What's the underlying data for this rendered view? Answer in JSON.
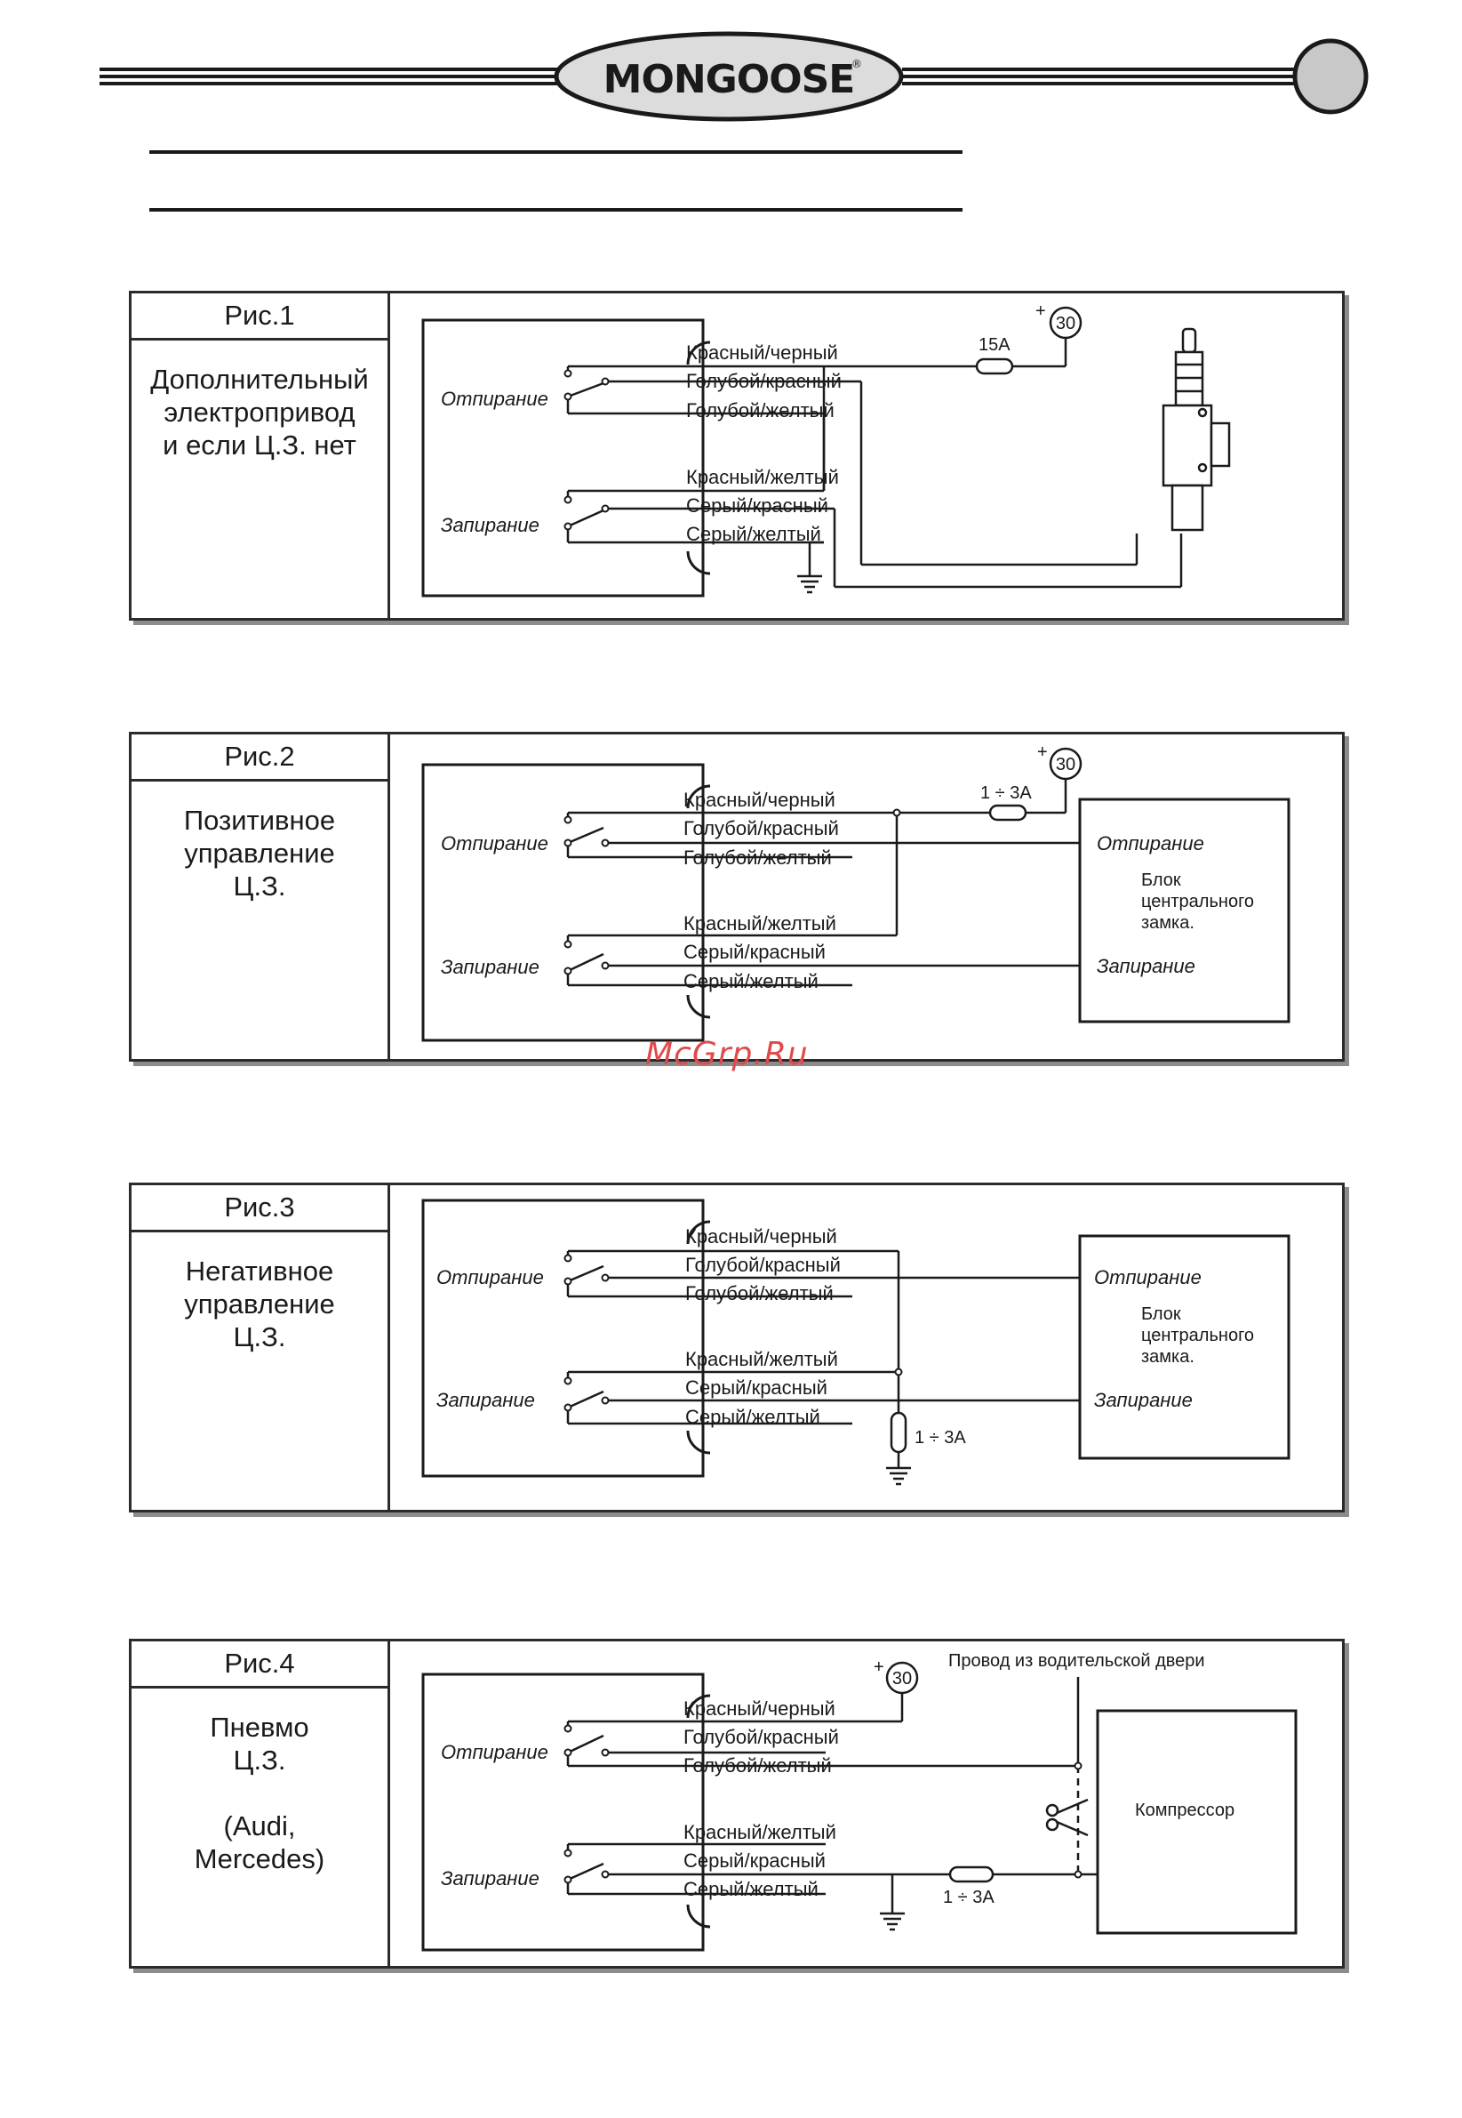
{
  "header": {
    "brand": "MONGOOSE",
    "registered": "®"
  },
  "watermark": "McGrp.Ru",
  "common": {
    "wires": [
      "Красный/черный",
      "Голубой/красный",
      "Голубой/желтый",
      "Красный/желтый",
      "Серый/красный",
      "Серый/желтый"
    ],
    "unlock": "Отпирание",
    "lock": "Запирание",
    "terminal": "30",
    "plus": "+"
  },
  "figures": [
    {
      "title": "Рис.1",
      "desc": "Дополнительный\nэлектропривод\nи если Ц.З. нет",
      "fuse": "15А"
    },
    {
      "title": "Рис.2",
      "desc": "Позитивное\nуправление\nЦ.З.",
      "fuse": "1 ÷ 3А",
      "block": {
        "unlock": "Отпирание",
        "name": "Блок\nцентрального\nзамка.",
        "lock": "Запирание"
      }
    },
    {
      "title": "Рис.3",
      "desc": "Негативное\nуправление\nЦ.З.",
      "fuse": "1 ÷ 3А",
      "block": {
        "unlock": "Отпирание",
        "name": "Блок\nцентрального\nзамка.",
        "lock": "Запирание"
      }
    },
    {
      "title": "Рис.4",
      "desc": "Пневмо\nЦ.З.\n\n(Audi,\nMercedes)",
      "fuse": "1 ÷ 3А",
      "wire_note": "Провод из водительской двери",
      "compressor": "Компрессор"
    }
  ]
}
